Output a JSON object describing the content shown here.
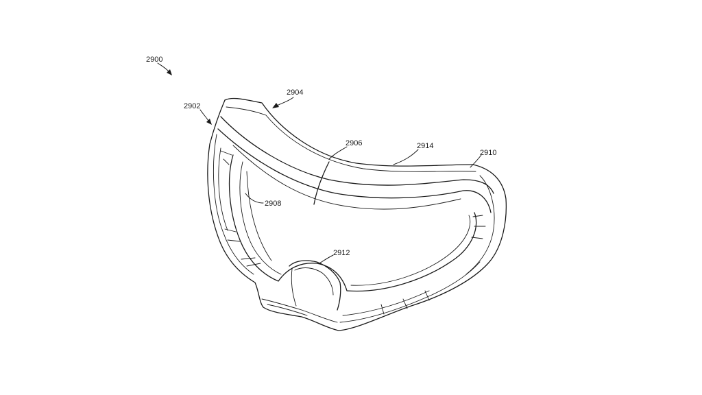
{
  "figure": {
    "labels": {
      "device": "2900",
      "seal": "2902",
      "top_edge": "2904",
      "seam": "2906",
      "inner_rim": "2908",
      "outer_rim": "2910",
      "nose_bridge": "2912",
      "brow_surface": "2914"
    },
    "line_color": "#1a1a1a",
    "background": "#ffffff"
  }
}
